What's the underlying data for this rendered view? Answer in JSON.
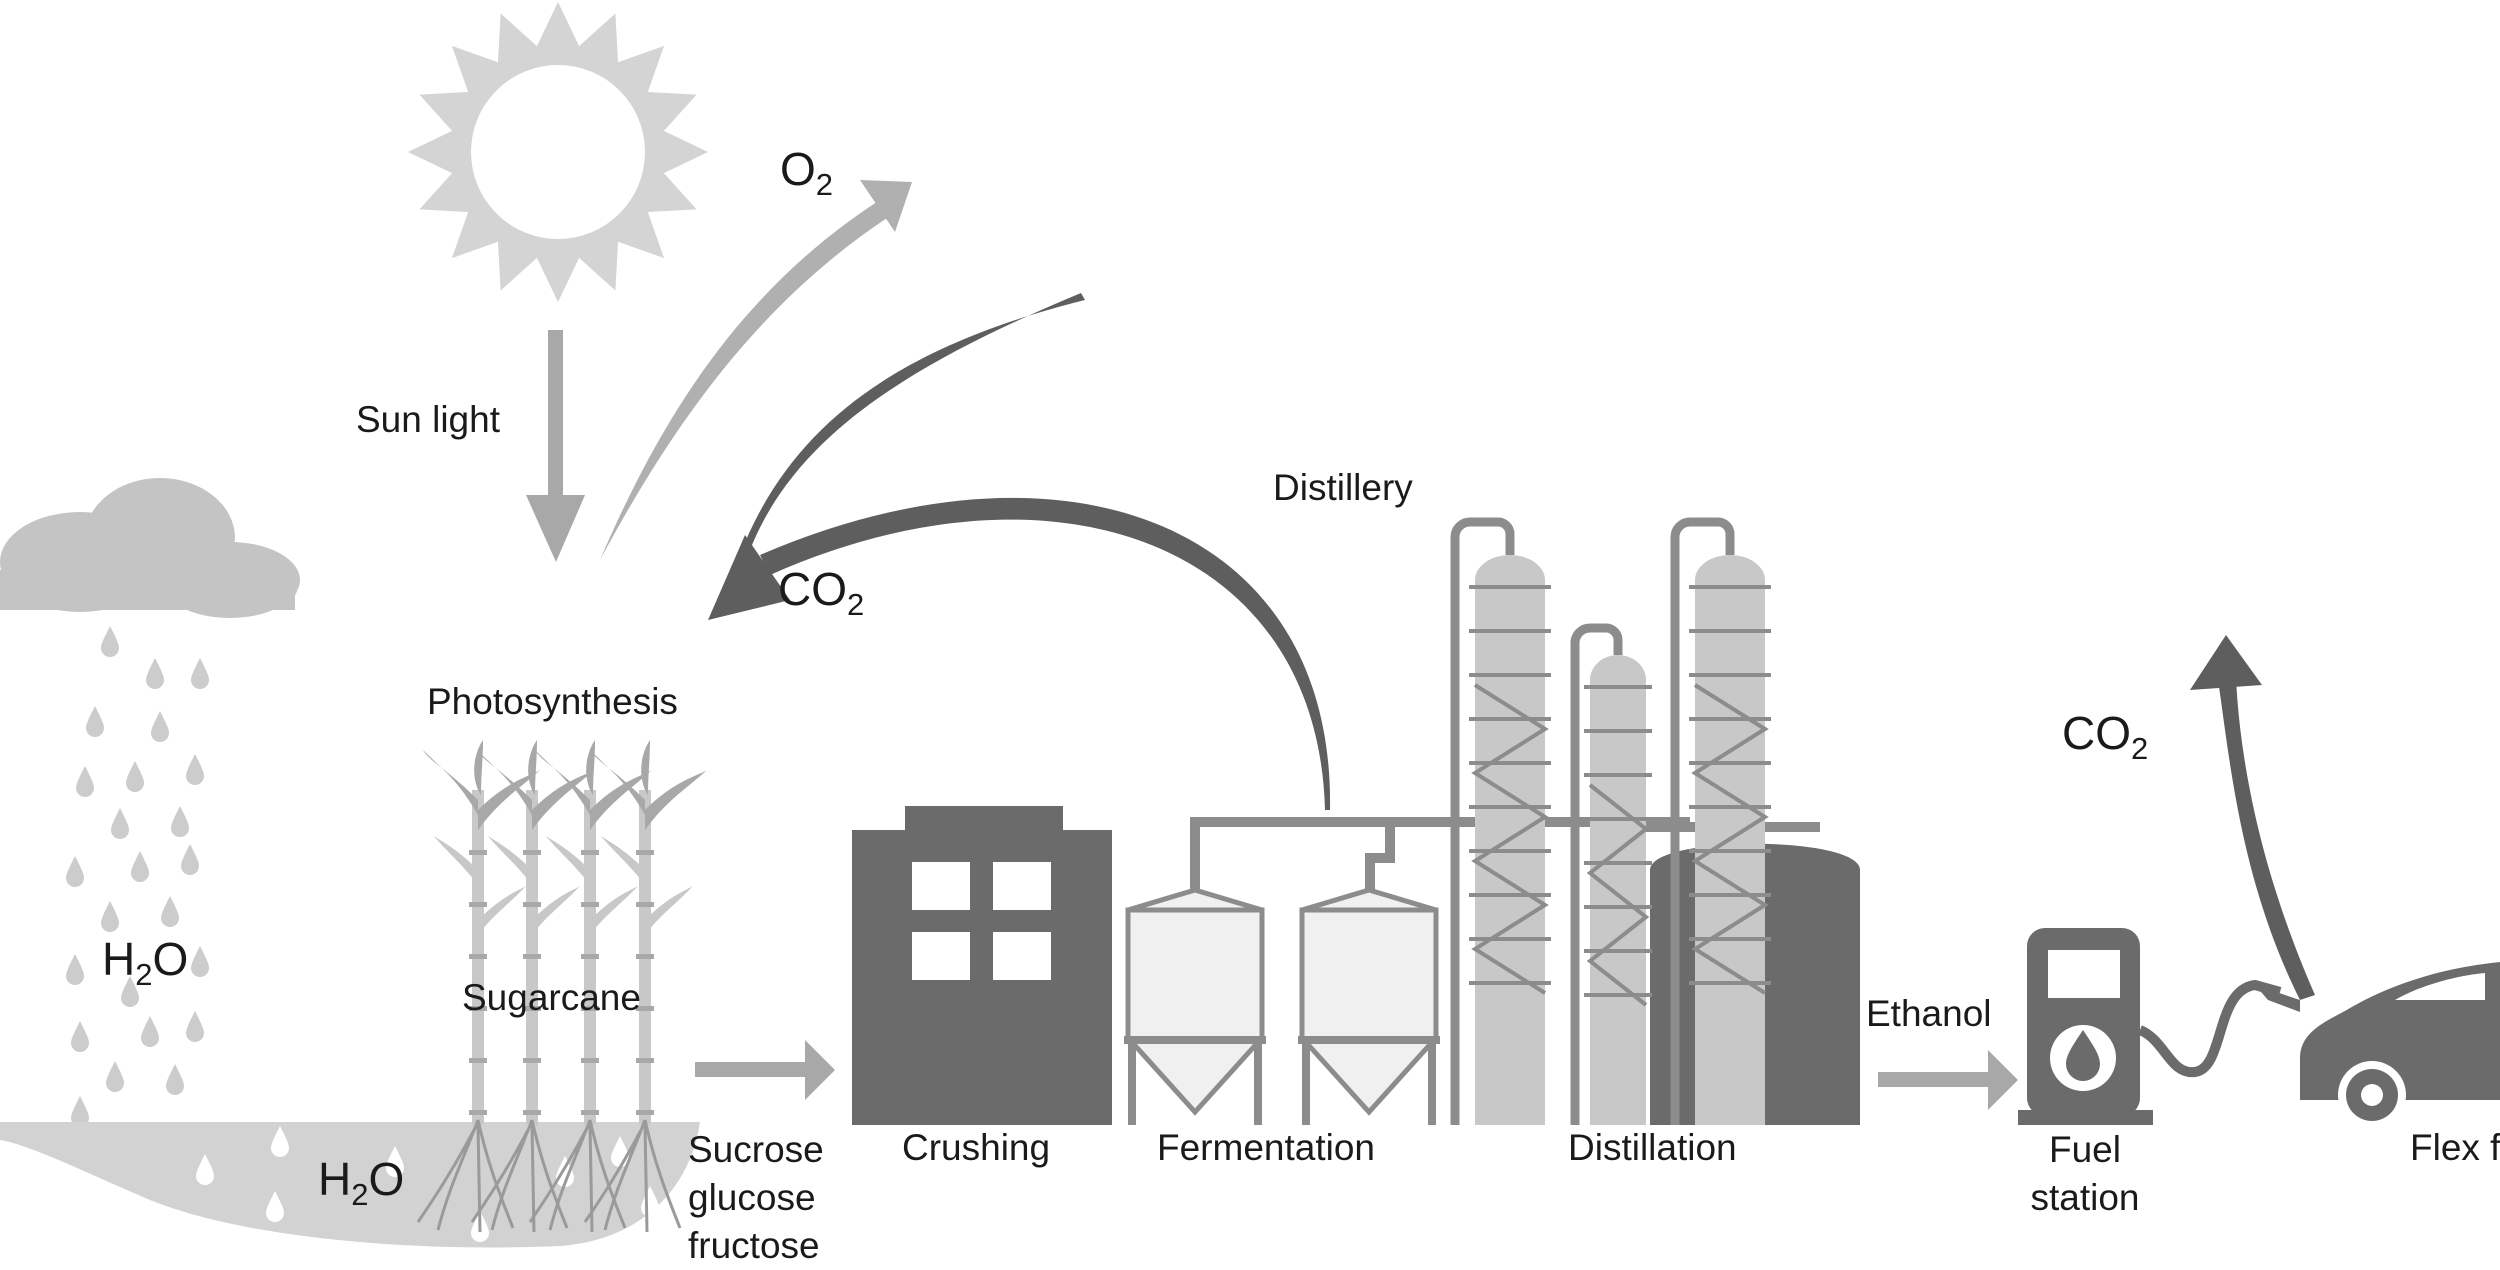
{
  "labels": {
    "sun_light": "Sun light",
    "photosynthesis": "Photosynthesis",
    "sugarcane": "Sugarcane",
    "distillery": "Distillery",
    "sugars": [
      "Sucrose",
      "glucose",
      "fructose"
    ],
    "crushing": "Crushing",
    "fermentation": "Fermentation",
    "distillation": "Distillation",
    "ethanol": "Ethanol",
    "fuel_station": [
      "Fuel",
      "station"
    ],
    "flex": "Flex f"
  },
  "chemicals": {
    "o2": {
      "base": "O",
      "sub": "2"
    },
    "co2_return": {
      "base": "CO",
      "sub": "2"
    },
    "co2_car": {
      "base": "CO",
      "sub": "2"
    },
    "h2o_rain": {
      "pre": "H",
      "sub": "2",
      "post": "O"
    },
    "h2o_ground": {
      "pre": "H",
      "sub": "2",
      "post": "O"
    }
  },
  "colors": {
    "dark": "#6b6b6b",
    "arrow_dark": "#5e5e5e",
    "medium": "#9a9a9a",
    "light": "#c8c8c8",
    "pale": "#e6e6e6",
    "text": "#1a1a1a"
  }
}
